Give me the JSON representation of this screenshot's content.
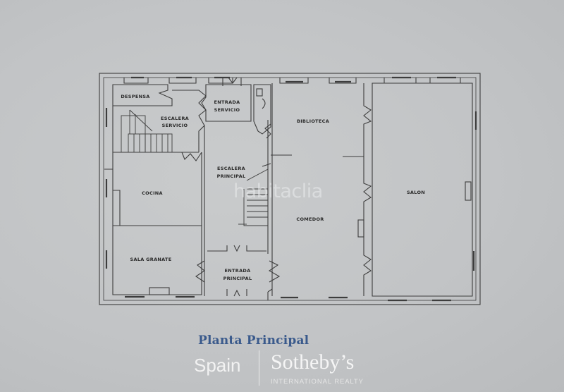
{
  "plan": {
    "title": "Planta Principal",
    "rooms": [
      {
        "id": "despensa",
        "label": "DESPENSA"
      },
      {
        "id": "escalera-servicio",
        "label": "ESCALERA",
        "label2": "SERVICIO"
      },
      {
        "id": "entrada-servicio",
        "label": "ENTRADA",
        "label2": "SERVICIO"
      },
      {
        "id": "biblioteca",
        "label": "BIBLIOTECA"
      },
      {
        "id": "cocina",
        "label": "COCINA"
      },
      {
        "id": "escalera-principal",
        "label": "ESCALERA",
        "label2": "PRINCIPAL"
      },
      {
        "id": "comedor",
        "label": "COMEDOR"
      },
      {
        "id": "salon",
        "label": "SALON"
      },
      {
        "id": "sala-granate",
        "label": "SALA GRANATE"
      },
      {
        "id": "entrada-principal",
        "label": "ENTRADA",
        "label2": "PRINCIPAL"
      }
    ],
    "colors": {
      "background": "#c3c5c7",
      "wall_line": "#3b3b3b",
      "wall_fill": "#c6c8ca",
      "caption": "#3a5a8c"
    }
  },
  "watermark": {
    "text": "habitaclia"
  },
  "brand": {
    "region": "Spain",
    "name": "Sotheby’s",
    "subtitle": "INTERNATIONAL REALTY"
  }
}
